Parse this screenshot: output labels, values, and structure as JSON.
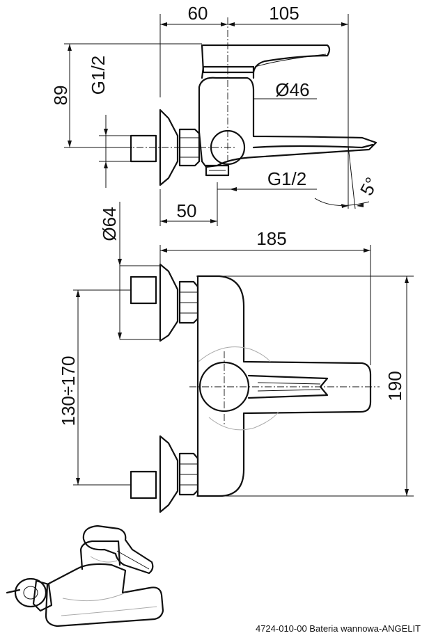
{
  "side_view": {
    "dim_width_a": "60",
    "dim_width_b": "105",
    "dim_height": "89",
    "dim_thread_top": "G1/2",
    "dim_diameter": "Ø46",
    "dim_thread_bottom": "G1/2",
    "dim_angle": "5°",
    "dim_offset": "50"
  },
  "front_view": {
    "dim_flange": "Ø64",
    "dim_length": "185",
    "dim_spacing": "130÷170",
    "dim_height": "190"
  },
  "caption": "4724-010-00 Bateria wannowa-ANGELIT"
}
